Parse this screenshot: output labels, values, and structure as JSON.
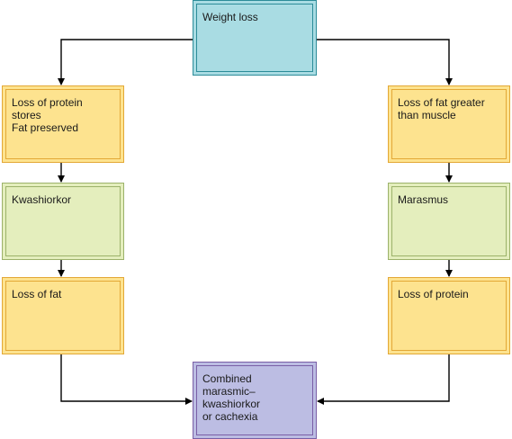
{
  "diagram": {
    "nodes": {
      "weight_loss": "Weight loss",
      "loss_protein_stores": "Loss of protein\nstores\nFat preserved",
      "kwashiorkor": "Kwashiorkor",
      "loss_of_fat": "Loss of fat",
      "loss_fat_greater": "Loss of fat greater\nthan muscle",
      "marasmus": "Marasmus",
      "loss_of_protein": "Loss of protein",
      "combined": "Combined\nmarasmic–\nkwashiorkor\nor cachexia"
    },
    "colors": {
      "teal": "#a9dce3",
      "yellow": "#fde38f",
      "green": "#e4eebd",
      "purple": "#bcbde3",
      "line": "#000000"
    }
  }
}
